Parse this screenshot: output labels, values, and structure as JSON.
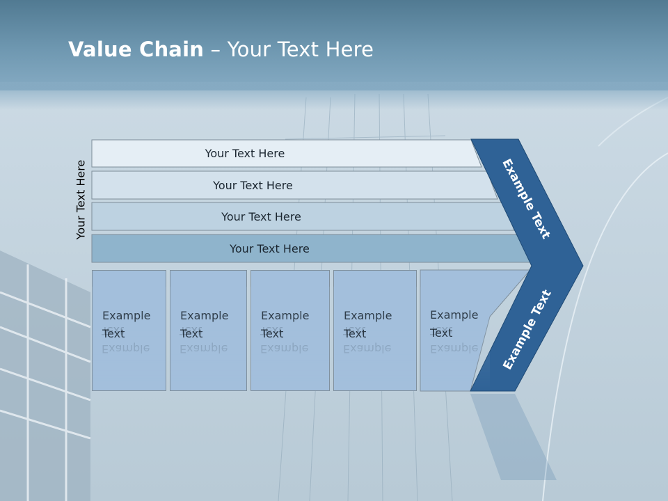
{
  "slide": {
    "title_bold": "Value Chain",
    "title_rest": " – Your Text Here",
    "side_label": "Your Text Here",
    "bars": [
      {
        "label": "Your Text Here"
      },
      {
        "label": "Your Text Here"
      },
      {
        "label": "Your Text Here"
      },
      {
        "label": "Your Text Here"
      }
    ],
    "boxes": [
      {
        "line1": "Example",
        "line2": "Text"
      },
      {
        "line1": "Example",
        "line2": "Text"
      },
      {
        "line1": "Example",
        "line2": "Text"
      },
      {
        "line1": "Example",
        "line2": "Text"
      },
      {
        "line1": "Example",
        "line2": "Text"
      }
    ],
    "chevron_upper": "Example Text",
    "chevron_lower": "Example Text"
  },
  "colors": {
    "accent": "#2f6296",
    "box_fill": "#a3bfdc",
    "header": "#6f98b1"
  }
}
